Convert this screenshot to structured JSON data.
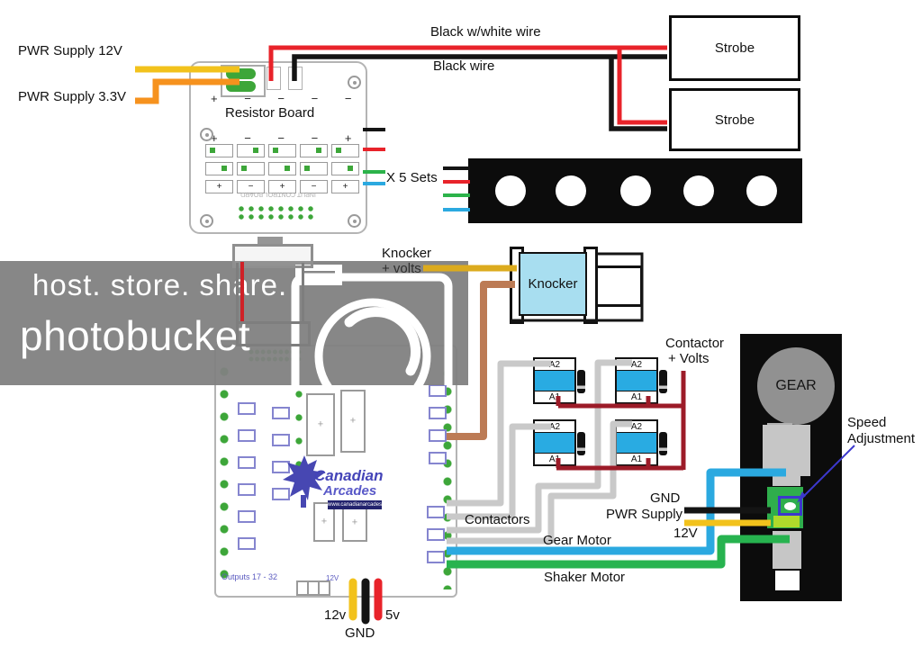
{
  "labels": {
    "pwr_supply_12v": "PWR Supply 12V",
    "pwr_supply_3v3": "PWR Supply 3.3V",
    "black_white_wire": "Black w/white wire",
    "black_wire": "Black wire",
    "x5_sets": "X 5 Sets",
    "knocker_wire_line1": "Knocker",
    "knocker_wire_line2": "+ volts",
    "contactor_volts_line1": "Contactor",
    "contactor_volts_line2": "+ Volts",
    "contactors": "Contactors",
    "gnd": "GND",
    "pwr_supply": "PWR Supply",
    "v12": "12V",
    "gear_motor": "Gear Motor",
    "shaker_motor": "Shaker Motor",
    "speed_line1": "Speed",
    "speed_line2": "Adjustment",
    "bottom_12v": "12v",
    "bottom_5v": "5v",
    "bottom_gnd": "GND"
  },
  "resistor_board": {
    "title": "Resistor Board",
    "row1_marks": "+ − − − −",
    "row2_marks": "+ − − − +",
    "row3_marks": [
      "+",
      "−",
      "+",
      "−",
      "+"
    ],
    "bottom_text": "INPUT CONTROL BOARD"
  },
  "strobes": {
    "box1": "Strobe",
    "box2": "Strobe"
  },
  "knocker": {
    "label": "Knocker"
  },
  "contactor_units": [
    {
      "a2": "A2",
      "a1": "A1"
    },
    {
      "a2": "A2",
      "a1": "A1"
    },
    {
      "a2": "A2",
      "a1": "A1"
    },
    {
      "a2": "A2",
      "a1": "A1"
    }
  ],
  "motor": {
    "gear": "GEAR"
  },
  "main_board": {
    "outputs_label": "Outputs 17 - 32",
    "logo_line1": "Canadian",
    "logo_line2": "Arcades",
    "logo_url": "www.canadianarcades.com",
    "tiny_12v": "12V"
  },
  "watermark": {
    "tagline": "host. store. share.",
    "brand": "photobucket"
  },
  "colors": {
    "wire_yellow": "#f2c21c",
    "wire_orange": "#f6921e",
    "wire_red": "#e8232a",
    "wire_black": "#141414",
    "wire_dark_red": "#9c1b28",
    "wire_brown": "#bc7b55",
    "wire_gray": "#c9c9c9",
    "wire_blue": "#2ba9e0",
    "wire_green": "#27b34f",
    "wire_gold": "#dcab1e",
    "contactor_blue": "#29abe2",
    "knocker_blue": "#a8def0",
    "controller_green": "#2fae4c",
    "controller_lime": "#b0d92b",
    "pcb_pad_green": "#3da639",
    "logo_blue": "#4747b2",
    "watermark_gray": "#848484"
  }
}
